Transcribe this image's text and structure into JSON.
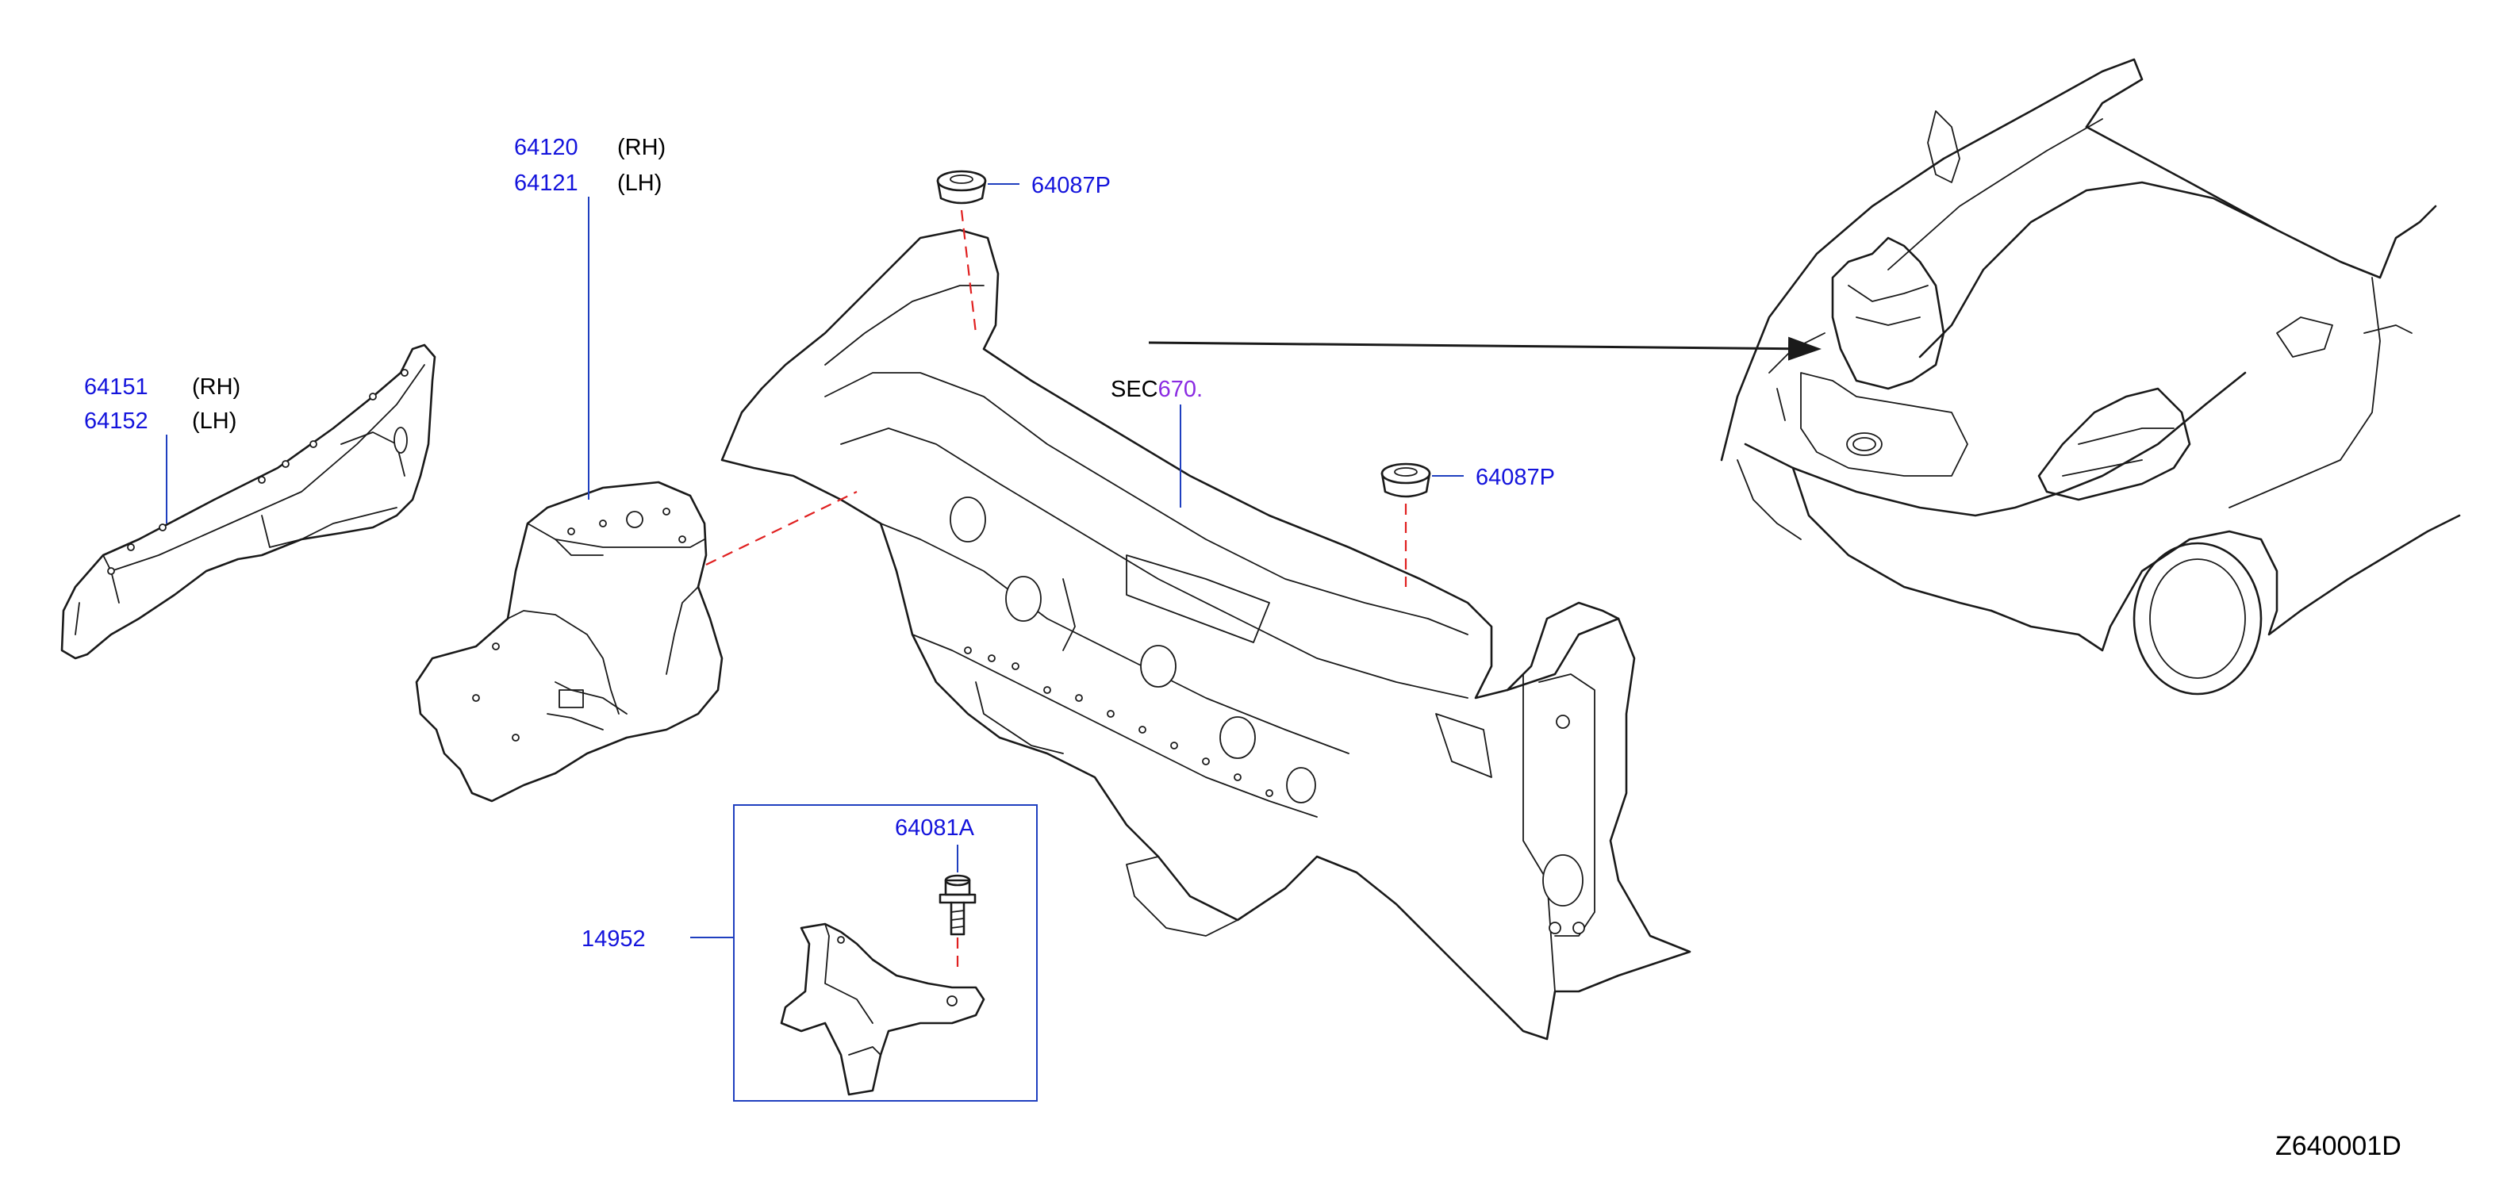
{
  "labels": {
    "p64120": "64120",
    "p64120_side": "(RH)",
    "p64121": "64121",
    "p64121_side": "(LH)",
    "p64151": "64151",
    "p64151_side": "(RH)",
    "p64152": "64152",
    "p64152_side": "(LH)",
    "p64087P_top": "64087P",
    "p64087P_right": "64087P",
    "sec_prefix": "SEC",
    "sec_number": "670.",
    "p64081A": "64081A",
    "p14952": "14952"
  },
  "diagram_code": "Z640001D",
  "colors": {
    "part_number": "#1414dc",
    "section_ref": "#8a2be2",
    "leader_line": "#1f3fbf",
    "dashed_guide": "#e02020",
    "outline": "#1a1a1a"
  }
}
